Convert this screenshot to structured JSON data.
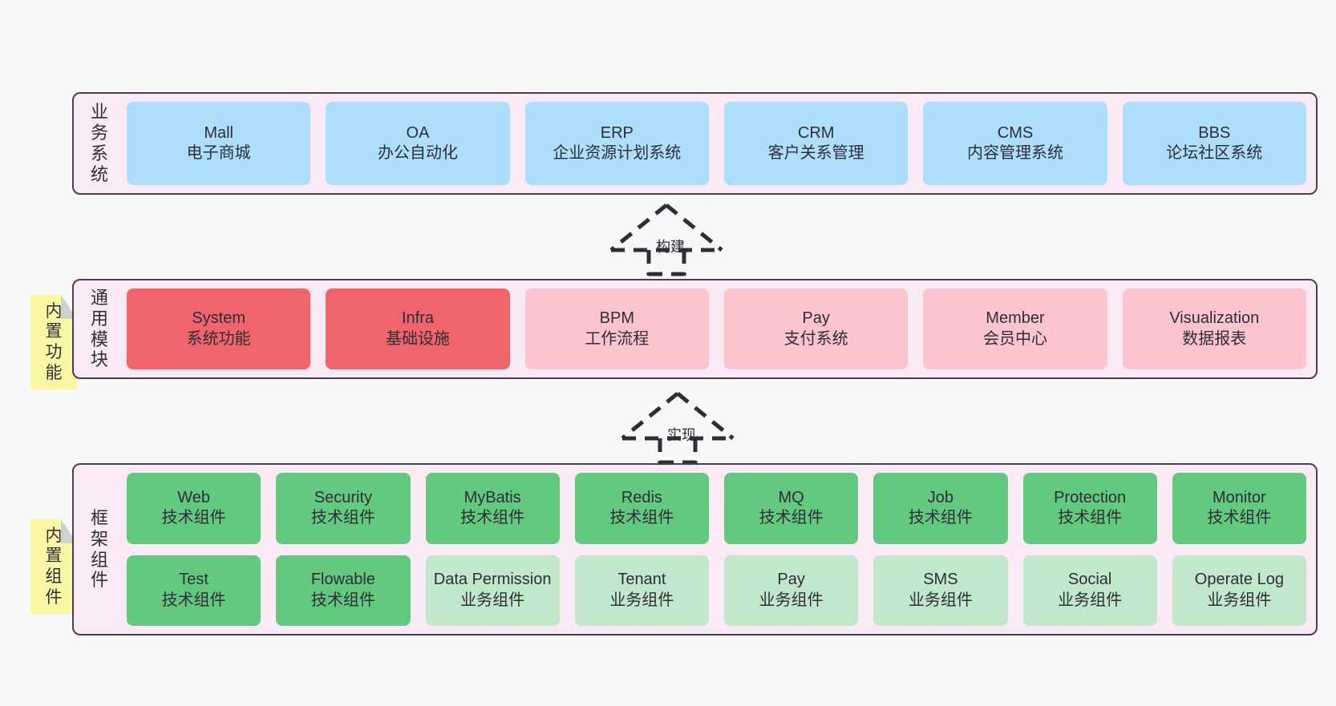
{
  "diagram": {
    "background": "#f8f8f8",
    "container_fill": "#f9eaf5",
    "container_border": "#4b3f4f",
    "note_fill": "#fbf7a5"
  },
  "layers": [
    {
      "id": "business",
      "label_chars": [
        "业",
        "务",
        "系",
        "统"
      ],
      "rows": [
        {
          "cards": [
            {
              "title": "Mall",
              "subtitle": "电子商城",
              "color": "#addefb",
              "style": "c-blue"
            },
            {
              "title": "OA",
              "subtitle": "办公自动化",
              "color": "#addefb",
              "style": "c-blue"
            },
            {
              "title": "ERP",
              "subtitle": "企业资源计划系统",
              "color": "#addefb",
              "style": "c-blue"
            },
            {
              "title": "CRM",
              "subtitle": "客户关系管理",
              "color": "#addefb",
              "style": "c-blue"
            },
            {
              "title": "CMS",
              "subtitle": "内容管理系统",
              "color": "#addefb",
              "style": "c-blue"
            },
            {
              "title": "BBS",
              "subtitle": "论坛社区系统",
              "color": "#addefb",
              "style": "c-blue"
            }
          ]
        }
      ]
    },
    {
      "id": "modules",
      "label_chars": [
        "通",
        "用",
        "模",
        "块"
      ],
      "note": {
        "chars": [
          "内",
          "置",
          "功",
          "能"
        ]
      },
      "rows": [
        {
          "cards": [
            {
              "title": "System",
              "subtitle": "系统功能",
              "color": "#f0646b",
              "style": "c-red"
            },
            {
              "title": "Infra",
              "subtitle": "基础设施",
              "color": "#f0646b",
              "style": "c-red"
            },
            {
              "title": "BPM",
              "subtitle": "工作流程",
              "color": "#fcc4cc",
              "style": "c-pink"
            },
            {
              "title": "Pay",
              "subtitle": "支付系统",
              "color": "#fcc4cc",
              "style": "c-pink"
            },
            {
              "title": "Member",
              "subtitle": "会员中心",
              "color": "#fcc4cc",
              "style": "c-pink"
            },
            {
              "title": "Visualization",
              "subtitle": "数据报表",
              "color": "#fcc4cc",
              "style": "c-pink"
            }
          ]
        }
      ]
    },
    {
      "id": "framework",
      "label_chars": [
        "框",
        "架",
        "组",
        "件"
      ],
      "note": {
        "chars": [
          "内",
          "置",
          "组",
          "件"
        ]
      },
      "rows": [
        {
          "cards": [
            {
              "title": "Web",
              "subtitle": "技术组件",
              "color": "#62c97e",
              "style": "c-green"
            },
            {
              "title": "Security",
              "subtitle": "技术组件",
              "color": "#62c97e",
              "style": "c-green"
            },
            {
              "title": "MyBatis",
              "subtitle": "技术组件",
              "color": "#62c97e",
              "style": "c-green"
            },
            {
              "title": "Redis",
              "subtitle": "技术组件",
              "color": "#62c97e",
              "style": "c-green"
            },
            {
              "title": "MQ",
              "subtitle": "技术组件",
              "color": "#62c97e",
              "style": "c-green"
            },
            {
              "title": "Job",
              "subtitle": "技术组件",
              "color": "#62c97e",
              "style": "c-green"
            },
            {
              "title": "Protection",
              "subtitle": "技术组件",
              "color": "#62c97e",
              "style": "c-green"
            },
            {
              "title": "Monitor",
              "subtitle": "技术组件",
              "color": "#62c97e",
              "style": "c-green"
            }
          ]
        },
        {
          "cards": [
            {
              "title": "Test",
              "subtitle": "技术组件",
              "color": "#62c97e",
              "style": "c-green"
            },
            {
              "title": "Flowable",
              "subtitle": "技术组件",
              "color": "#62c97e",
              "style": "c-green"
            },
            {
              "title": "Data Permission",
              "subtitle": "业务组件",
              "color": "#c2e8cb",
              "style": "c-lightgreen"
            },
            {
              "title": "Tenant",
              "subtitle": "业务组件",
              "color": "#c2e8cb",
              "style": "c-lightgreen"
            },
            {
              "title": "Pay",
              "subtitle": "业务组件",
              "color": "#c2e8cb",
              "style": "c-lightgreen"
            },
            {
              "title": "SMS",
              "subtitle": "业务组件",
              "color": "#c2e8cb",
              "style": "c-lightgreen"
            },
            {
              "title": "Social",
              "subtitle": "业务组件",
              "color": "#c2e8cb",
              "style": "c-lightgreen"
            },
            {
              "title": "Operate Log",
              "subtitle": "业务组件",
              "color": "#c2e8cb",
              "style": "c-lightgreen"
            }
          ]
        }
      ]
    }
  ],
  "connectors": [
    {
      "id": "build",
      "label": "构建",
      "style": "dashed",
      "head": "hollow-triangle",
      "direction": "up"
    },
    {
      "id": "impl",
      "label": "实现",
      "style": "dashed",
      "head": "hollow-triangle",
      "direction": "up"
    }
  ]
}
